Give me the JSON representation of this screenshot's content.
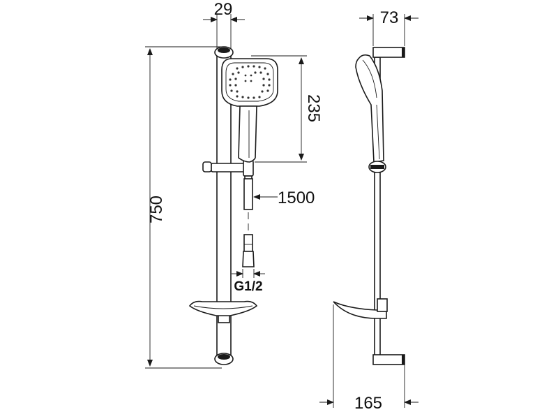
{
  "dimensions": {
    "rail_width": "29",
    "total_height": "750",
    "head_height": "235",
    "hose_length": "1500",
    "bracket_depth": "73",
    "total_depth": "165"
  },
  "connection_label": "G1/2",
  "colors": {
    "line": "#1a1a1a",
    "background": "#ffffff"
  }
}
